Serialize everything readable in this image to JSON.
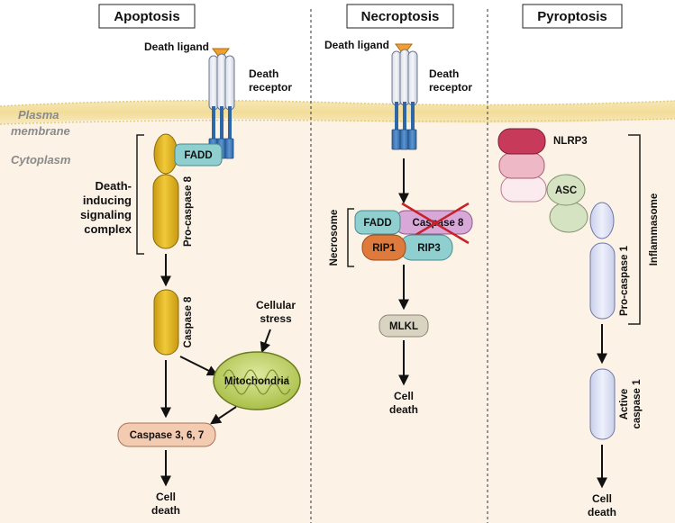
{
  "panels": {
    "apoptosis": "Apoptosis",
    "necroptosis": "Necroptosis",
    "pyroptosis": "Pyroptosis"
  },
  "membrane": {
    "plasma_line1": "Plasma",
    "plasma_line2": "membrane",
    "cytoplasm": "Cytoplasm"
  },
  "apoptosis": {
    "death_ligand": "Death ligand",
    "death_receptor_line1": "Death",
    "death_receptor_line2": "receptor",
    "fadd": "FADD",
    "pro_caspase8": "Pro-caspase 8",
    "disc_line1": "Death-",
    "disc_line2": "inducing",
    "disc_line3": "signaling",
    "disc_line4": "complex",
    "caspase8": "Caspase 8",
    "cellular_stress_line1": "Cellular",
    "cellular_stress_line2": "stress",
    "mitochondria": "Mitochondria",
    "caspase367": "Caspase 3, 6, 7",
    "cell_death_line1": "Cell",
    "cell_death_line2": "death"
  },
  "necroptosis": {
    "death_ligand": "Death ligand",
    "death_receptor_line1": "Death",
    "death_receptor_line2": "receptor",
    "necrosome": "Necrosome",
    "fadd": "FADD",
    "caspase8": "Caspase 8",
    "rip1": "RIP1",
    "rip3": "RIP3",
    "mlkl": "MLKL",
    "cell_death_line1": "Cell",
    "cell_death_line2": "death"
  },
  "pyroptosis": {
    "nlrp3": "NLRP3",
    "asc": "ASC",
    "inflammasome": "Inflammasome",
    "pro_caspase1": "Pro-caspase 1",
    "active_caspase1_line1": "Active",
    "active_caspase1_line2": "caspase 1",
    "cell_death_line1": "Cell",
    "cell_death_line2": "death"
  },
  "colors": {
    "caspase_yellow": "#e3b51b",
    "fadd_teal": "#8fcfd0",
    "caspase8_purple": "#d8a8d8",
    "rip1_orange": "#dd7a3c",
    "mlkl_tan": "#d9d3c2",
    "caspase367_peach": "#f2cbb0",
    "mito_green": "#c2d46a",
    "nlrp3_red": "#c83a5a",
    "asc_green": "#d5e3c3",
    "caspase1_lavender": "#d9def4",
    "receptor_blue": "#3a78b8",
    "ligand_orange": "#f0a030",
    "cytoplasm_peach": "#fdf1e4"
  }
}
